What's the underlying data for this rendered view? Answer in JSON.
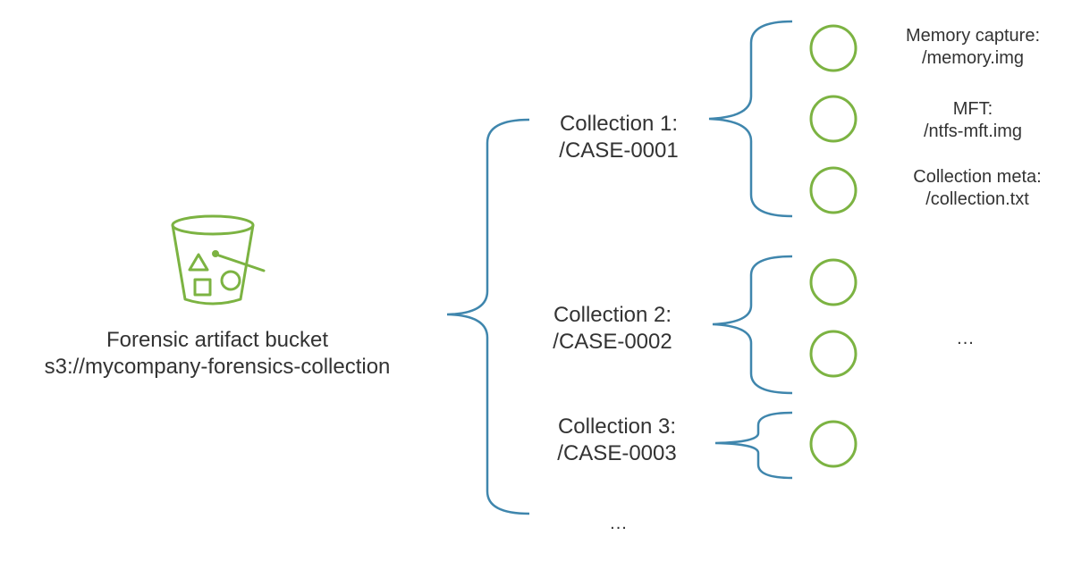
{
  "colors": {
    "bracket": "#3f86ad",
    "node": "#7cb342",
    "text": "#333333"
  },
  "bucket": {
    "icon": "s3-bucket-icon",
    "title": "Forensic artifact bucket",
    "uri": "s3://mycompany-forensics-collection"
  },
  "collections": [
    {
      "name": "Collection 1:",
      "path": "/CASE-0001"
    },
    {
      "name": "Collection 2:",
      "path": "/CASE-0002"
    },
    {
      "name": "Collection 3:",
      "path": "/CASE-0003"
    }
  ],
  "collections_more": "...",
  "artifacts": [
    {
      "name": "Memory capture:",
      "path": "/memory.img"
    },
    {
      "name": "MFT:",
      "path": "/ntfs-mft.img"
    },
    {
      "name": "Collection meta:",
      "path": "/collection.txt"
    }
  ],
  "artifacts_more": "..."
}
